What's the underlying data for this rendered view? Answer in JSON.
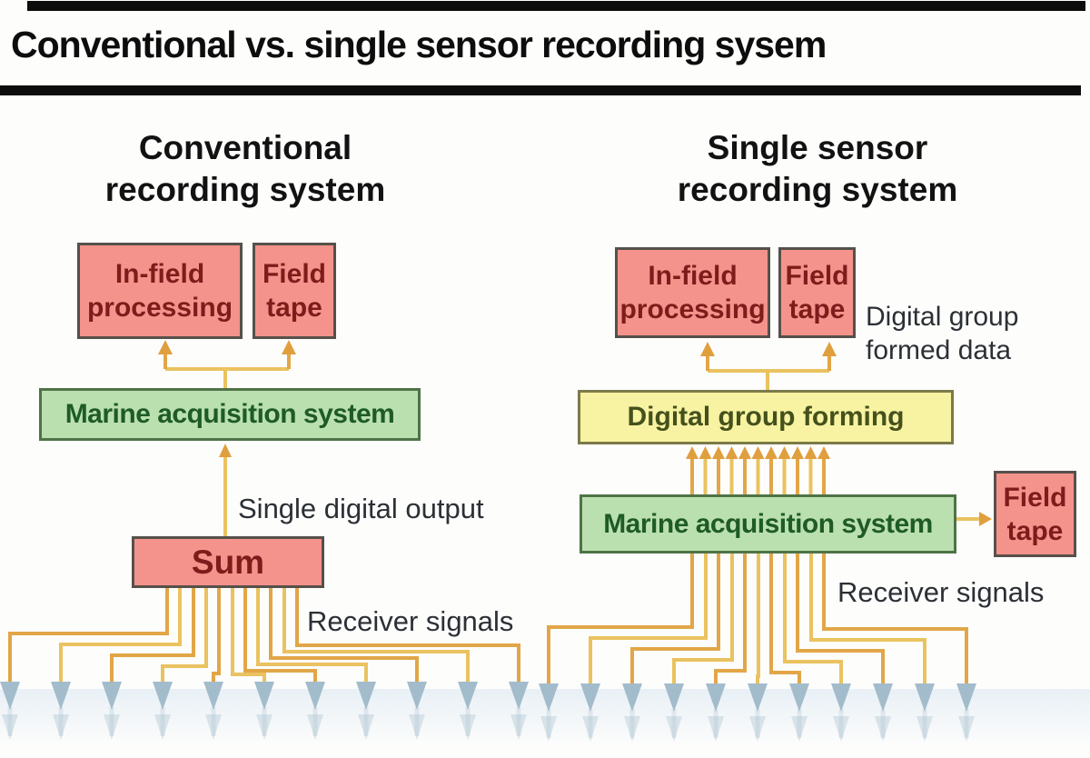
{
  "title": "Conventional vs. single sensor recording sysem",
  "colors": {
    "box_red": "#f4938b",
    "box_green": "#bbe0b0",
    "box_yellow": "#f8f3a2",
    "line_yellow": "#eac25f",
    "line_orange": "#e2a648",
    "arrowhead_orange": "#e09f3e",
    "arrowhead_blue": "#a3bccb"
  },
  "left": {
    "heading": {
      "line1": "Conventional",
      "line2": "recording system"
    },
    "in_field_processing": {
      "line1": "In-field",
      "line2": "processing"
    },
    "field_tape": {
      "line1": "Field",
      "line2": "tape"
    },
    "marine_acquisition": "Marine acquisition system",
    "single_digital_output": "Single digital output",
    "sum": "Sum",
    "receiver_signals": "Receiver signals"
  },
  "right": {
    "heading": {
      "line1": "Single sensor",
      "line2": "recording system"
    },
    "in_field_processing": {
      "line1": "In-field",
      "line2": "processing"
    },
    "field_tape": {
      "line1": "Field",
      "line2": "tape"
    },
    "digital_group_formed_data": {
      "line1": "Digital group",
      "line2": "formed data"
    },
    "digital_group_forming": "Digital group forming",
    "marine_acquisition": "Marine acquisition system",
    "field_tape_output": {
      "line1": "Field",
      "line2": "tape"
    },
    "receiver_signals": "Receiver signals"
  }
}
